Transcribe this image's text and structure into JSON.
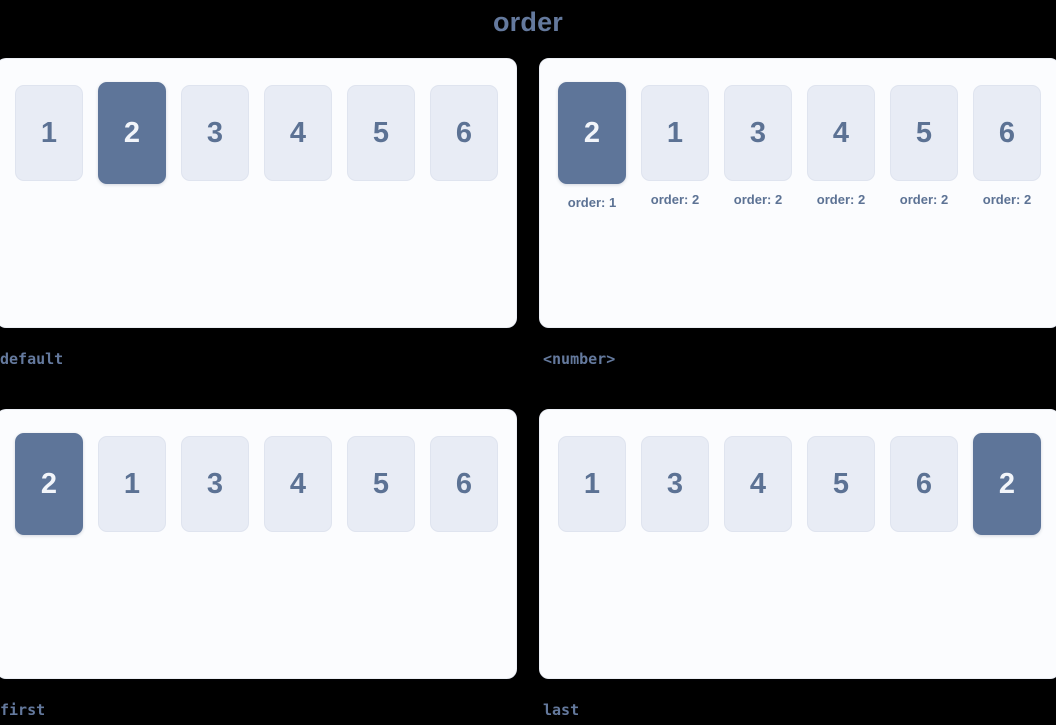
{
  "page": {
    "title": "order",
    "title_color": "#64799d",
    "background_color": "#000000"
  },
  "theme": {
    "card_background": "#fbfcfe",
    "card_border": "#eceff5",
    "item_background": "#e8ecf5",
    "item_border": "#dfe4ef",
    "item_text": "#5c7294",
    "item_active_background": "#5e7599",
    "item_active_text": "#f2f5fa",
    "caption_color": "#64799d"
  },
  "panels": [
    {
      "caption": "default",
      "has_order_labels": false,
      "items": [
        {
          "label": "1",
          "active": false
        },
        {
          "label": "2",
          "active": true
        },
        {
          "label": "3",
          "active": false
        },
        {
          "label": "4",
          "active": false
        },
        {
          "label": "5",
          "active": false
        },
        {
          "label": "6",
          "active": false
        }
      ]
    },
    {
      "caption": "<number>",
      "has_order_labels": true,
      "items": [
        {
          "label": "2",
          "active": true,
          "order": "order: 1"
        },
        {
          "label": "1",
          "active": false,
          "order": "order: 2"
        },
        {
          "label": "3",
          "active": false,
          "order": "order: 2"
        },
        {
          "label": "4",
          "active": false,
          "order": "order: 2"
        },
        {
          "label": "5",
          "active": false,
          "order": "order: 2"
        },
        {
          "label": "6",
          "active": false,
          "order": "order: 2"
        }
      ]
    },
    {
      "caption": "first",
      "has_order_labels": false,
      "items": [
        {
          "label": "2",
          "active": true
        },
        {
          "label": "1",
          "active": false
        },
        {
          "label": "3",
          "active": false
        },
        {
          "label": "4",
          "active": false
        },
        {
          "label": "5",
          "active": false
        },
        {
          "label": "6",
          "active": false
        }
      ]
    },
    {
      "caption": "last",
      "has_order_labels": false,
      "items": [
        {
          "label": "1",
          "active": false
        },
        {
          "label": "3",
          "active": false
        },
        {
          "label": "4",
          "active": false
        },
        {
          "label": "5",
          "active": false
        },
        {
          "label": "6",
          "active": false
        },
        {
          "label": "2",
          "active": true
        }
      ]
    }
  ]
}
